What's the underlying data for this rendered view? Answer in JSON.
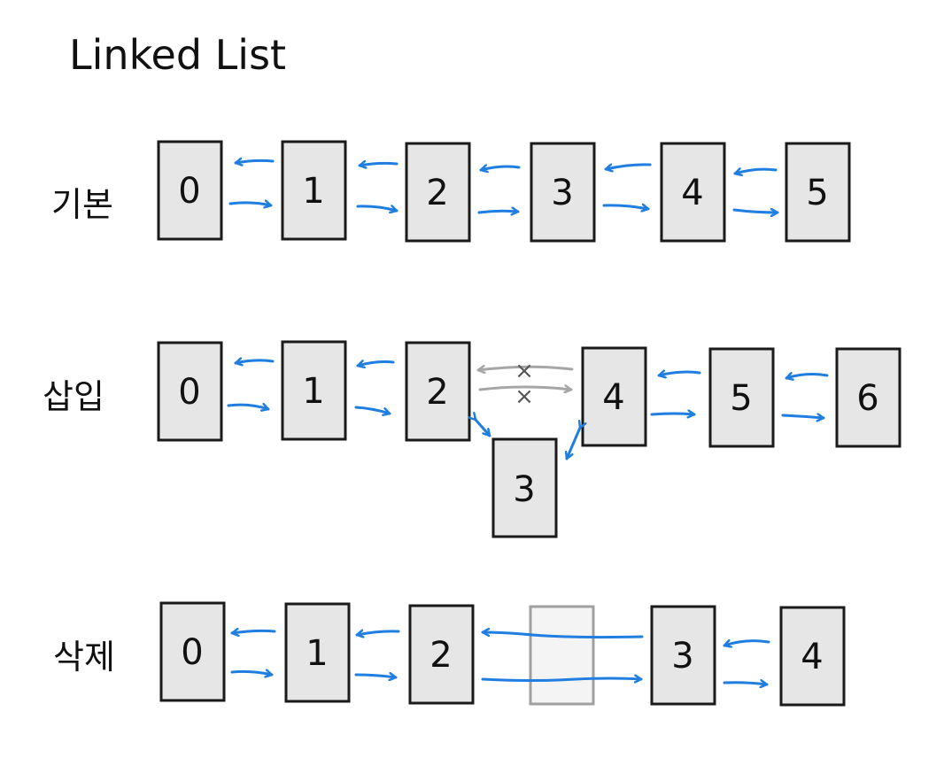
{
  "title": "Linked List",
  "colors": {
    "arrow": "#1f7ee0",
    "broken_link": "#a6a6a6",
    "node_fill": "#e6e6e6",
    "deleted_node_fill": "#f4f4f4"
  },
  "rows": [
    {
      "label": "기본",
      "nodes": [
        "0",
        "1",
        "2",
        "3",
        "4",
        "5"
      ]
    },
    {
      "label": "삽입",
      "nodes": [
        "0",
        "1",
        "2",
        "4",
        "5",
        "6"
      ],
      "inserted_node": "3",
      "removed_link_mark": "×"
    },
    {
      "label": "삭제",
      "nodes": [
        "0",
        "1",
        "2",
        "3",
        "4"
      ],
      "deleted_node": ""
    }
  ]
}
